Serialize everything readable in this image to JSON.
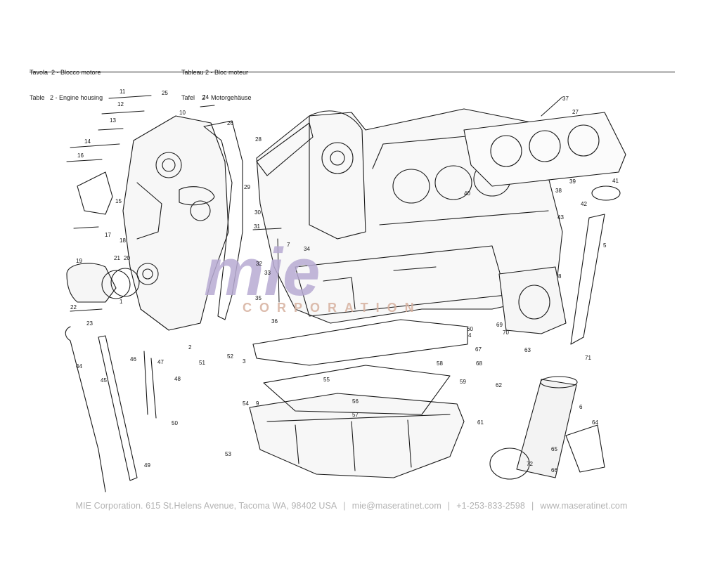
{
  "header": {
    "left_line1": "Tavola  2 - Blocco motore",
    "left_line2": "Table   2 - Engine housing",
    "right_line1": "Tableau 2 - Bloc moteur",
    "right_line2": "Tafel    2 - Motorgehäuse"
  },
  "watermark": {
    "logo_text": "mie",
    "sub_text": "CORPORATION"
  },
  "footer": {
    "company": "MIE Corporation. 615 St.Helens Avenue, Tacoma WA, 98402 USA",
    "email": "mie@maseratinet.com",
    "phone": "+1-253-833-2598",
    "website": "www.maseratinet.com",
    "separator": "|"
  },
  "colors": {
    "line": "#1a1a1a",
    "watermark": "#b8abd3",
    "footer_text": "#b3b3b3"
  },
  "callouts": [
    "1",
    "2",
    "3",
    "4",
    "5",
    "6",
    "7",
    "8",
    "9",
    "10",
    "11",
    "12",
    "13",
    "14",
    "15",
    "16",
    "17",
    "18",
    "19",
    "20",
    "21",
    "22",
    "23",
    "24",
    "25",
    "26",
    "27",
    "28",
    "29",
    "30",
    "31",
    "32",
    "33",
    "34",
    "35",
    "36",
    "37",
    "38",
    "39",
    "40",
    "41",
    "42",
    "43",
    "44",
    "45",
    "46",
    "47",
    "48",
    "49",
    "50",
    "51",
    "52",
    "53",
    "54",
    "55",
    "56",
    "57",
    "58",
    "59",
    "60",
    "61",
    "62",
    "63",
    "64",
    "65",
    "66",
    "67",
    "68",
    "69",
    "70",
    "71",
    "72"
  ]
}
